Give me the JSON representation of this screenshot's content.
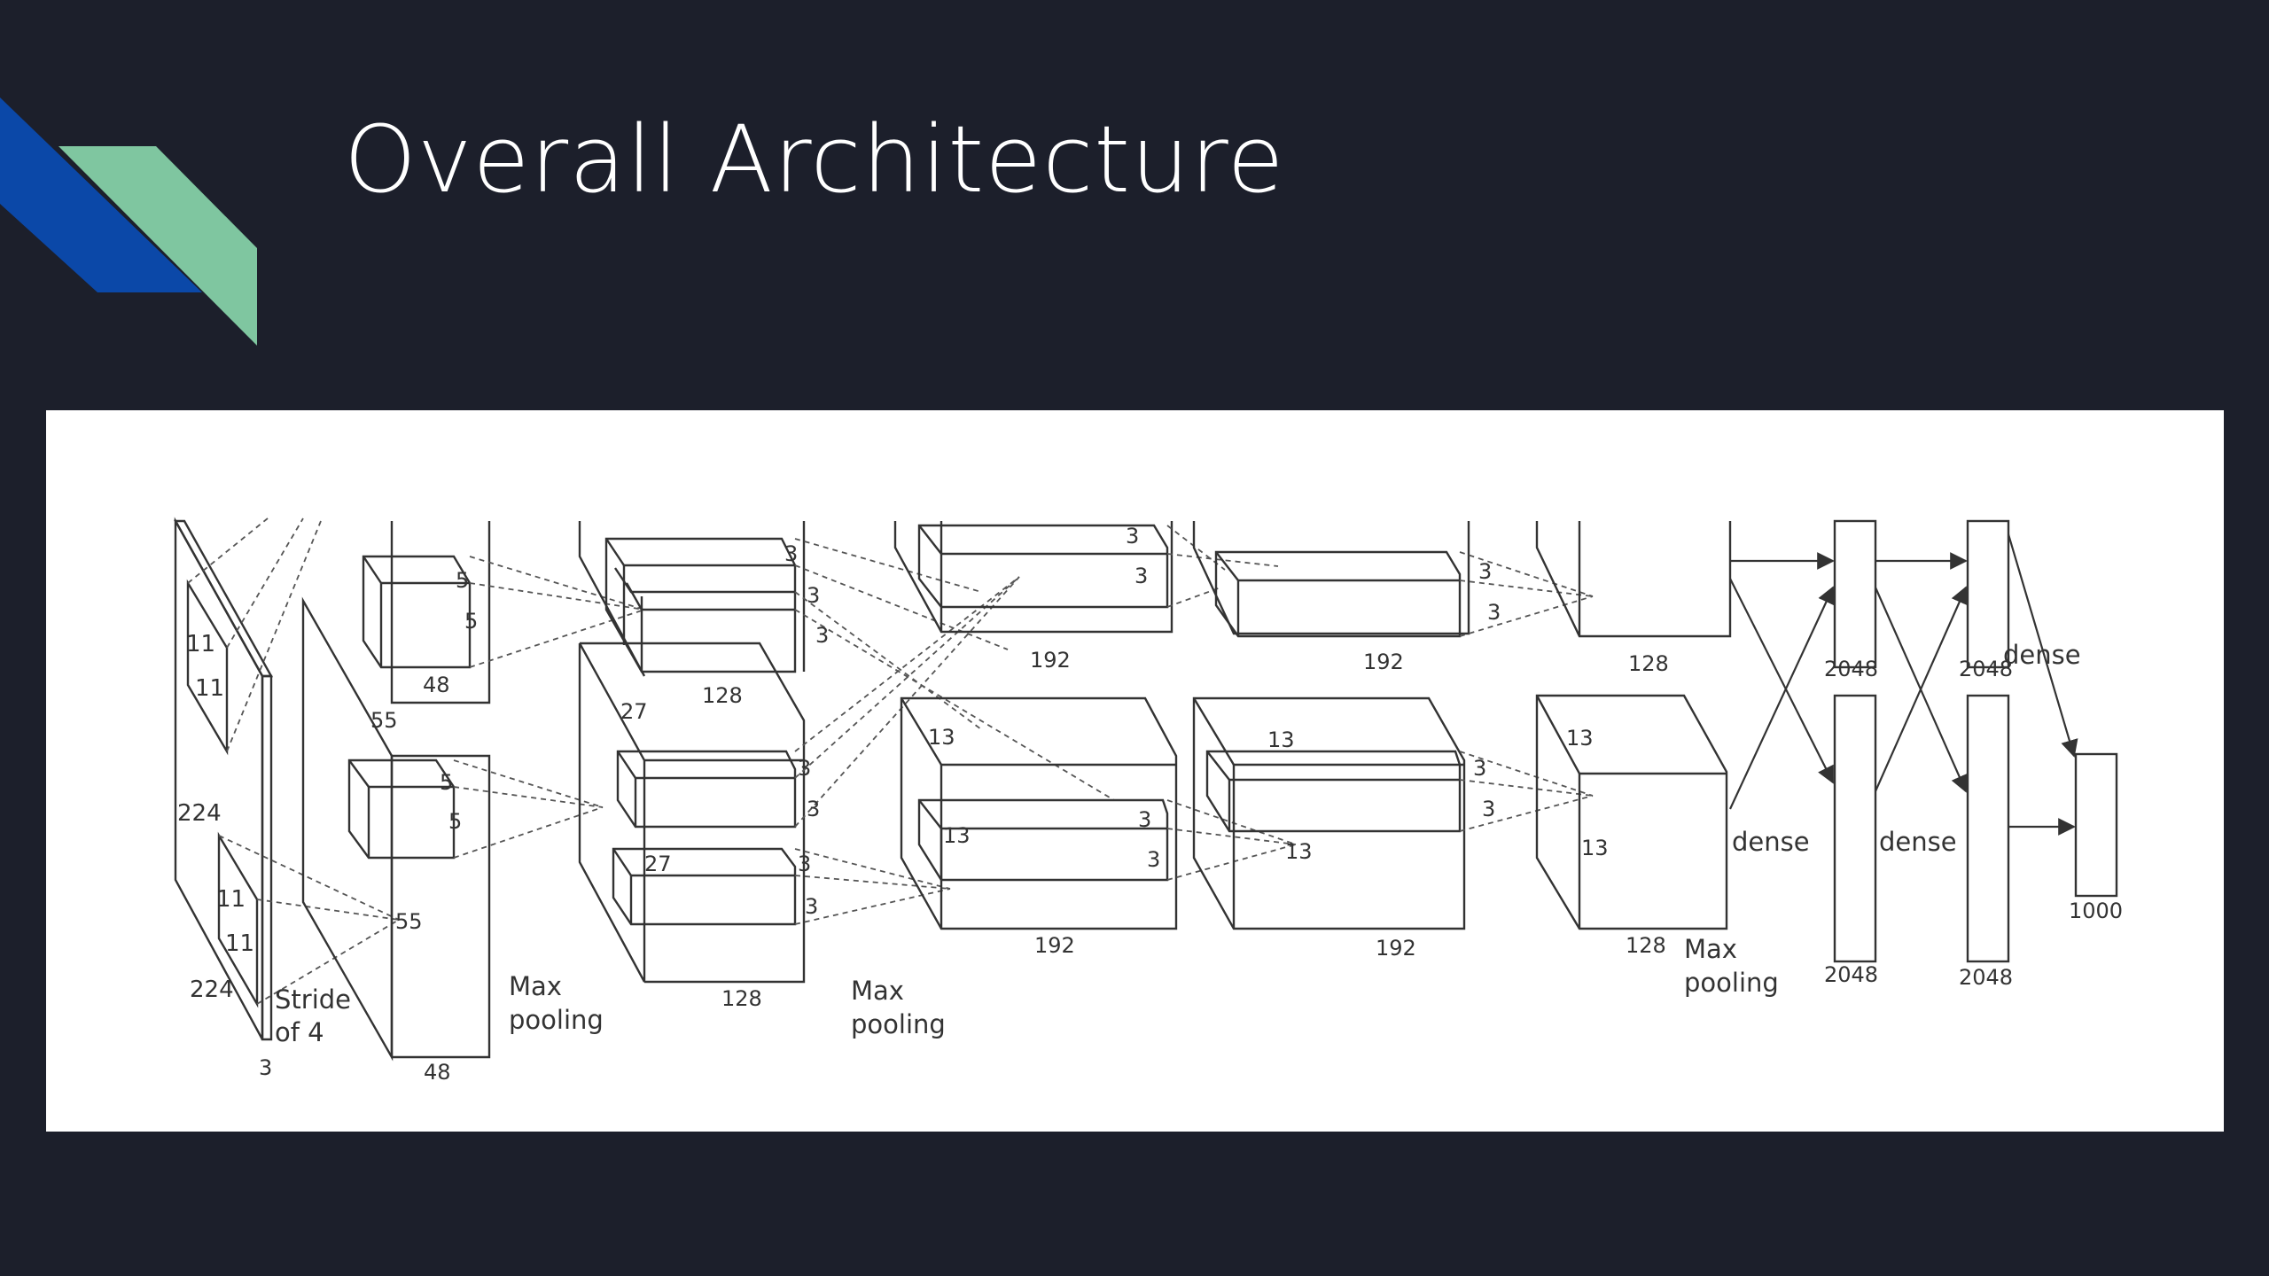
{
  "slide": {
    "title": "Overall Architecture"
  },
  "colors": {
    "background": "#1c1f2b",
    "accent_blue": "#0b48a8",
    "accent_green": "#7fc6a0",
    "panel": "#ffffff"
  },
  "diagram": {
    "input": {
      "height": "224",
      "width": "224",
      "depth": "3",
      "kernel_top_a": "11",
      "kernel_top_b": "11",
      "kernel_bottom_a": "11",
      "kernel_bottom_b": "11",
      "stride_line1": "Stride",
      "stride_line2": "of 4"
    },
    "conv1": {
      "size": "55",
      "size_bottom": "55",
      "depth": "48",
      "depth_top": "48",
      "k_top_a": "5",
      "k_top_b": "5",
      "k_bottom_a": "5",
      "k_bottom_b": "5"
    },
    "pool1": {
      "line1": "Max",
      "line2": "pooling"
    },
    "conv2": {
      "size_top": "27",
      "size_bottom": "27",
      "depth_top": "128",
      "depth_bottom": "128",
      "k1": "3",
      "k2": "3",
      "k3": "3",
      "k4": "3",
      "k5": "3",
      "k6": "3",
      "k7": "3"
    },
    "pool2": {
      "line1": "Max",
      "line2": "pooling"
    },
    "conv3": {
      "size_a": "13",
      "size_b": "13",
      "depth_top": "192",
      "depth_bottom": "192",
      "k1": "3",
      "k2": "3",
      "k3": "3",
      "k4": "3"
    },
    "conv4": {
      "size_a": "13",
      "size_b": "13",
      "depth_top": "192",
      "depth_bottom": "192",
      "k1": "3",
      "k2": "3",
      "k3": "3",
      "k4": "3"
    },
    "conv5": {
      "size_a": "13",
      "size_b": "13",
      "depth_top": "128",
      "depth_bottom": "128"
    },
    "pool3": {
      "line1": "Max",
      "line2": "pooling"
    },
    "fc1": {
      "top": "2048",
      "bottom": "2048",
      "label": "dense"
    },
    "fc2": {
      "top": "2048",
      "bottom": "2048",
      "label": "dense"
    },
    "fc3": {
      "label": "dense",
      "size": "1000"
    }
  }
}
